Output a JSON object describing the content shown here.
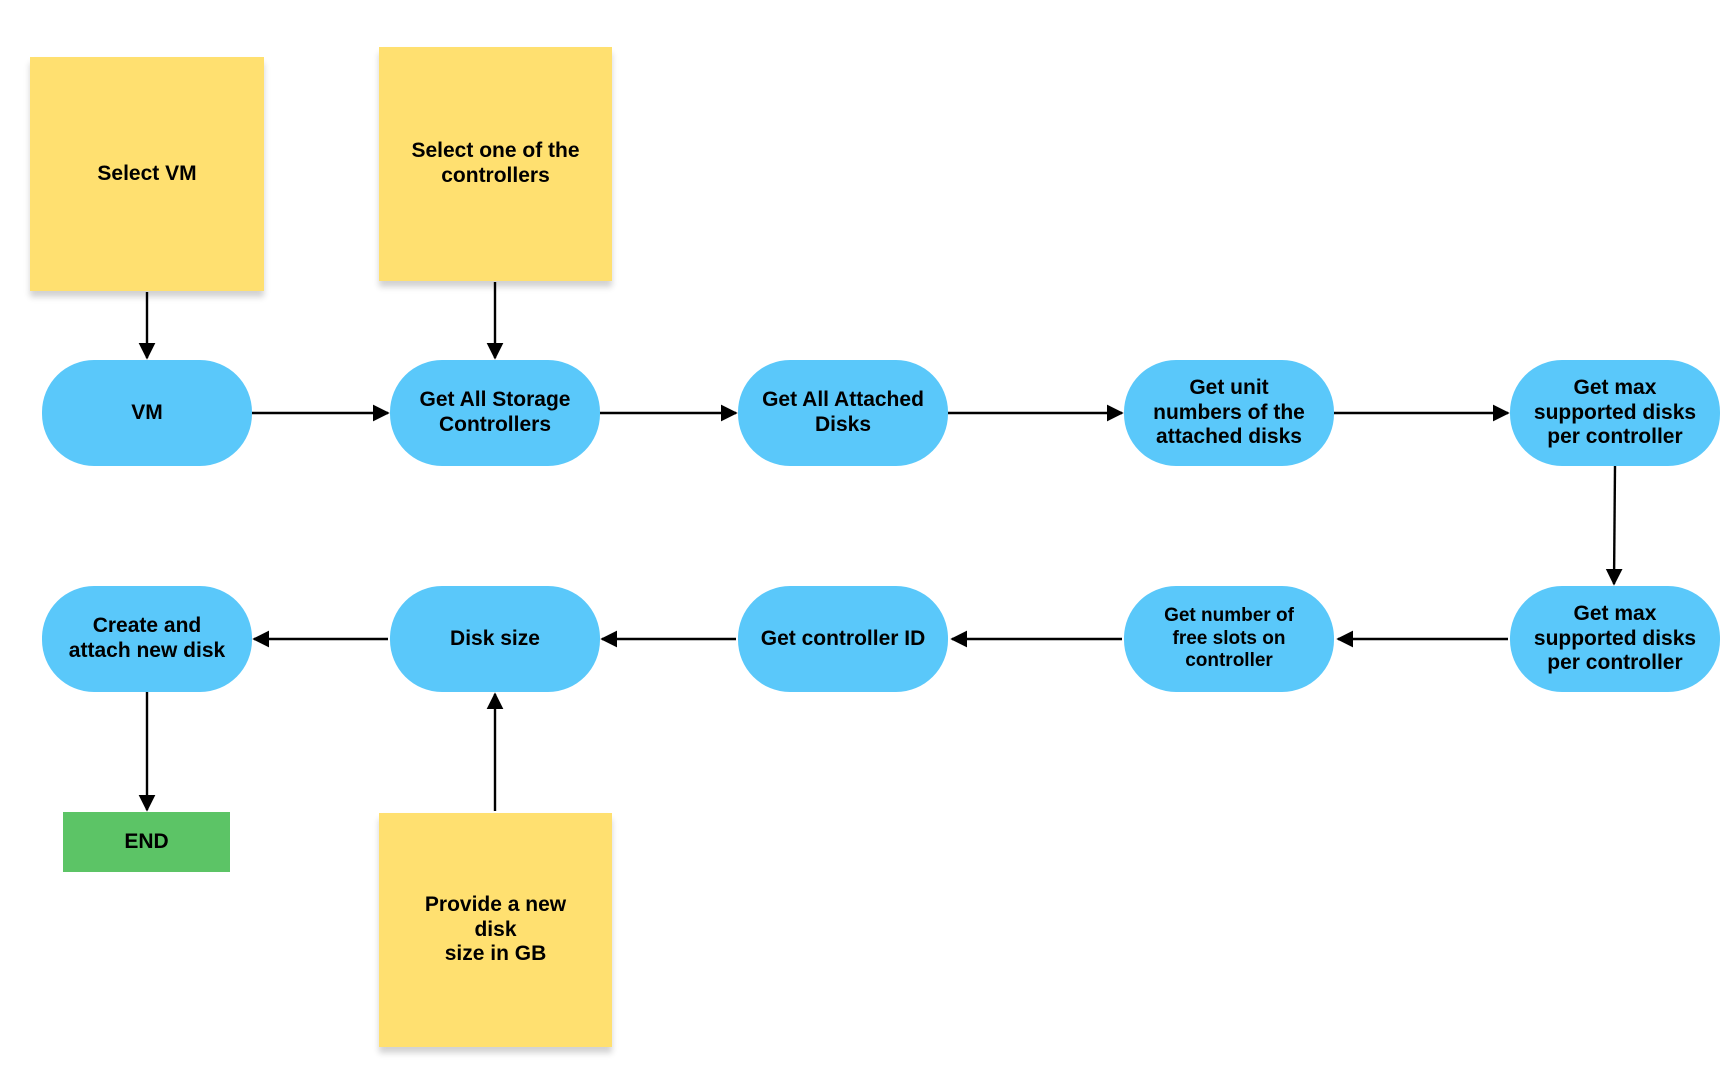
{
  "colors": {
    "process": "#5AC8FA",
    "sticky": "#FFE070",
    "end": "#5CC466",
    "arrow": "#000000"
  },
  "nodes": {
    "select_vm": "Select VM",
    "select_controller": "Select one of the\ncontrollers",
    "vm": "VM",
    "get_storage_controllers": "Get All Storage\nControllers",
    "get_attached_disks": "Get All Attached\nDisks",
    "get_unit_numbers": "Get unit\nnumbers of the\nattached disks",
    "get_max_disks_1": "Get max\nsupported disks\nper controller",
    "get_max_disks_2": "Get max\nsupported disks\nper controller",
    "get_free_slots": "Get number of\nfree slots on\ncontroller",
    "get_controller_id": "Get controller ID",
    "disk_size": "Disk size",
    "create_attach_disk": "Create and\nattach new disk",
    "provide_disk_size": "Provide a new disk\nsize in GB",
    "end": "END"
  }
}
